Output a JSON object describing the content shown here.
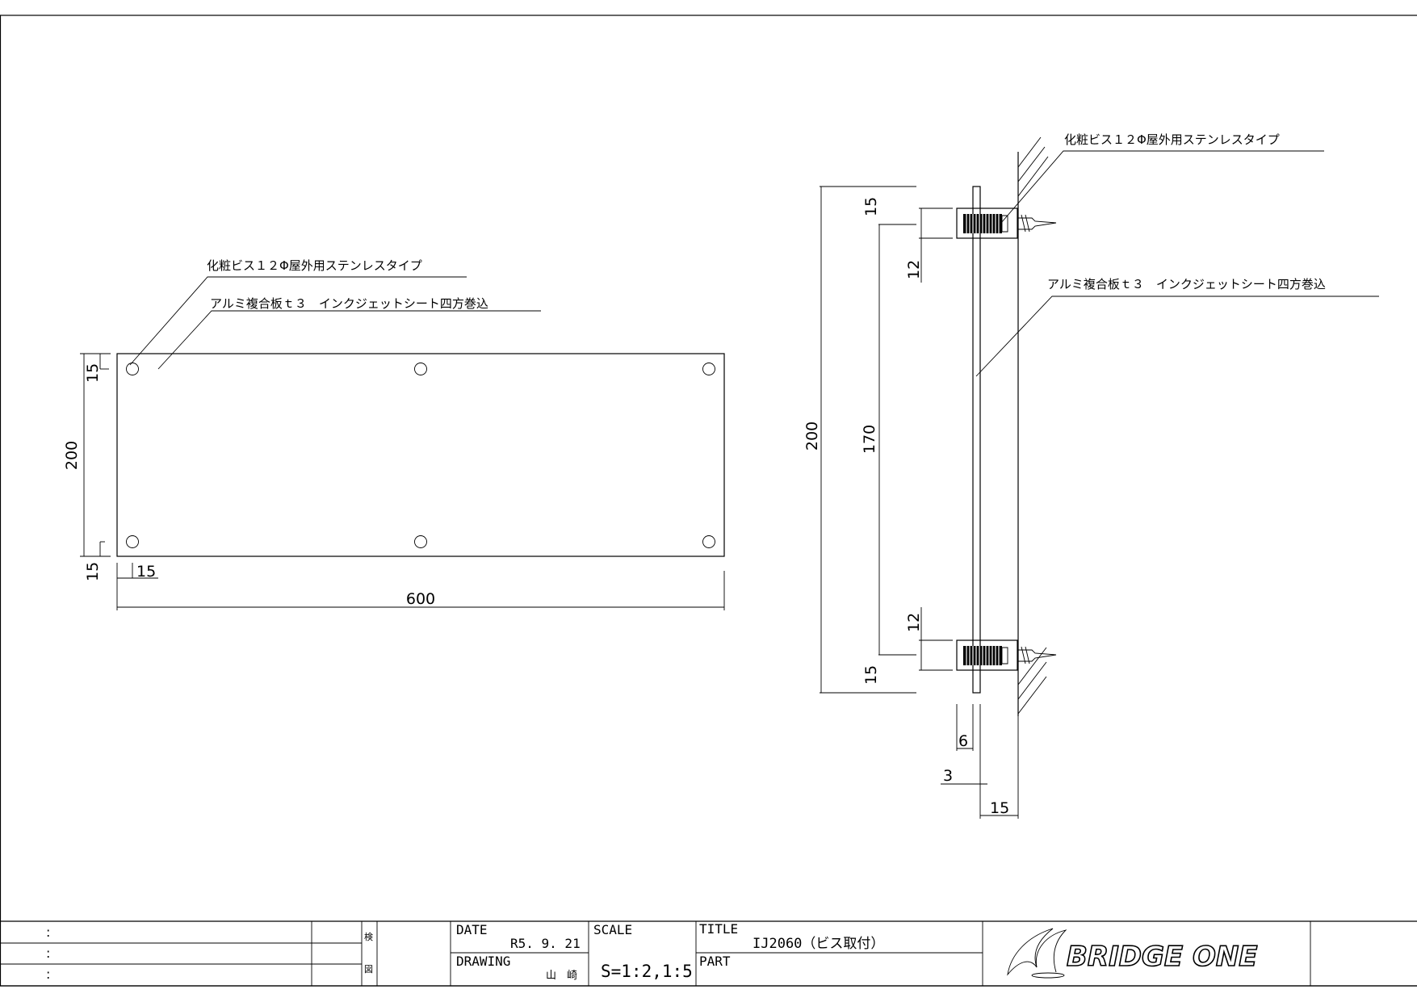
{
  "front_view": {
    "callouts": {
      "screw": "化粧ビス１２Φ屋外用ステンレスタイプ",
      "panel": "アルミ複合板ｔ３　インクジェットシート四方巻込"
    },
    "dimensions": {
      "width": "600",
      "height": "200",
      "top_offset": "15",
      "bottom_offset": "15",
      "left_offset": "15"
    }
  },
  "side_view": {
    "callouts": {
      "screw": "化粧ビス１２Φ屋外用ステンレスタイプ",
      "panel": "アルミ複合板ｔ３　インクジェットシート四方巻込"
    },
    "dimensions": {
      "overall": "200",
      "pitch": "170",
      "top_offset": "15",
      "bottom_offset": "15",
      "spacer_top": "12",
      "spacer_bottom": "12",
      "spacer_depth": "6",
      "plate_thickness": "3",
      "standoff": "15"
    }
  },
  "title_block": {
    "sign_rows": [
      ":",
      ":",
      ":"
    ],
    "check_label": "検",
    "drawn_label": "図",
    "date_label": "DATE",
    "date_value": "R5. 9. 21",
    "drawing_label": "DRAWING",
    "drawing_value": "山　崎",
    "scale_label": "SCALE",
    "scale_value": "S=1:2,1:5",
    "title_label": "TITLE",
    "title_value": "IJ2060（ビス取付）",
    "part_label": "PART",
    "company": "BRIDGE ONE"
  }
}
